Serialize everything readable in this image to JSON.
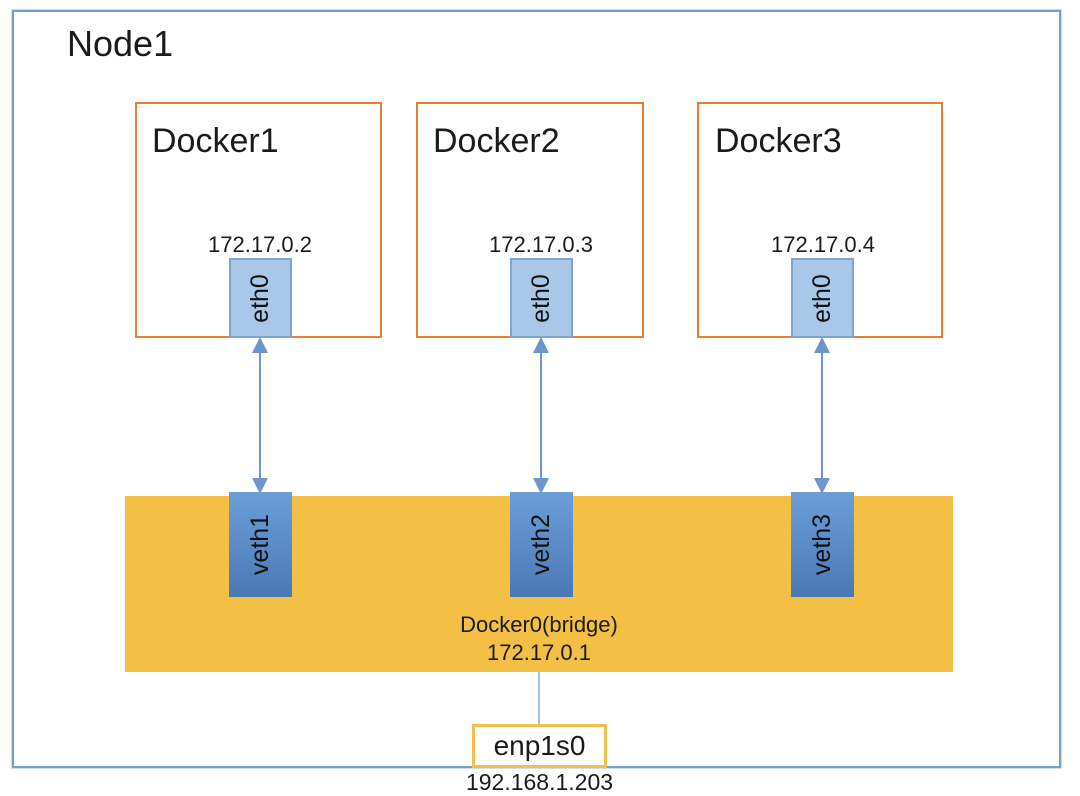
{
  "node": {
    "title": "Node1"
  },
  "containers": [
    {
      "name": "Docker1",
      "ip": "172.17.0.2",
      "interface": "eth0",
      "veth": "veth1"
    },
    {
      "name": "Docker2",
      "ip": "172.17.0.3",
      "interface": "eth0",
      "veth": "veth2"
    },
    {
      "name": "Docker3",
      "ip": "172.17.0.4",
      "interface": "eth0",
      "veth": "veth3"
    }
  ],
  "bridge": {
    "name": "Docker0(bridge)",
    "ip": "172.17.0.1"
  },
  "host_interface": {
    "name": "enp1s0",
    "ip": "192.168.1.203"
  },
  "colors": {
    "node_border": "#74A0CC",
    "container_border": "#ED7D31",
    "eth_fill": "#A9C7E9",
    "eth_border": "#7CA5D6",
    "veth_top": "#6D9ED9",
    "veth_bottom": "#4A78B4",
    "bridge_fill": "#F4BF45",
    "arrow": "#6E96CC",
    "connector": "#85AFD9",
    "enp_border": "#F2C04A"
  }
}
